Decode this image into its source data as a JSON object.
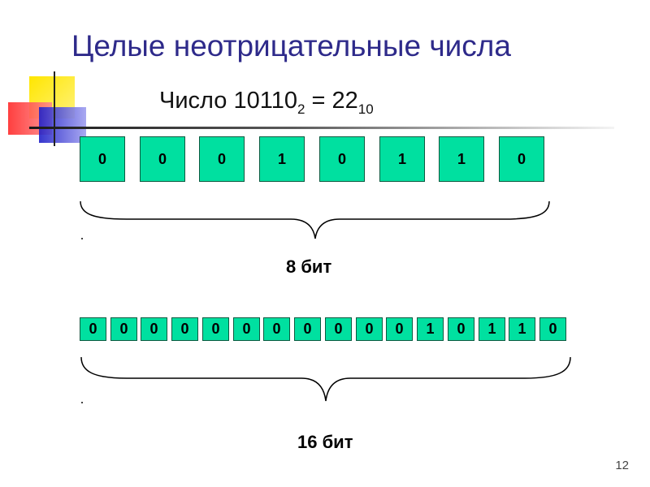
{
  "slide": {
    "title": "Целые неотрицательные числа",
    "formula": {
      "prefix": "Число 10110",
      "base_left": "2",
      "middle": " = 22",
      "base_right": "10"
    },
    "page_number": "12"
  },
  "bits8": {
    "cells": [
      "0",
      "0",
      "0",
      "1",
      "0",
      "1",
      "1",
      "0"
    ],
    "label": "8 бит"
  },
  "bits16": {
    "cells": [
      "0",
      "0",
      "0",
      "0",
      "0",
      "0",
      "0",
      "0",
      "0",
      "0",
      "0",
      "1",
      "0",
      "1",
      "1",
      "0"
    ],
    "label": "16 бит"
  },
  "colors": {
    "title": "#2e2a8a",
    "cell_fill": "#00e0a0",
    "deco_yellow": "#ffee22",
    "deco_red": "#ff3030",
    "deco_blue": "#2a2acc"
  }
}
